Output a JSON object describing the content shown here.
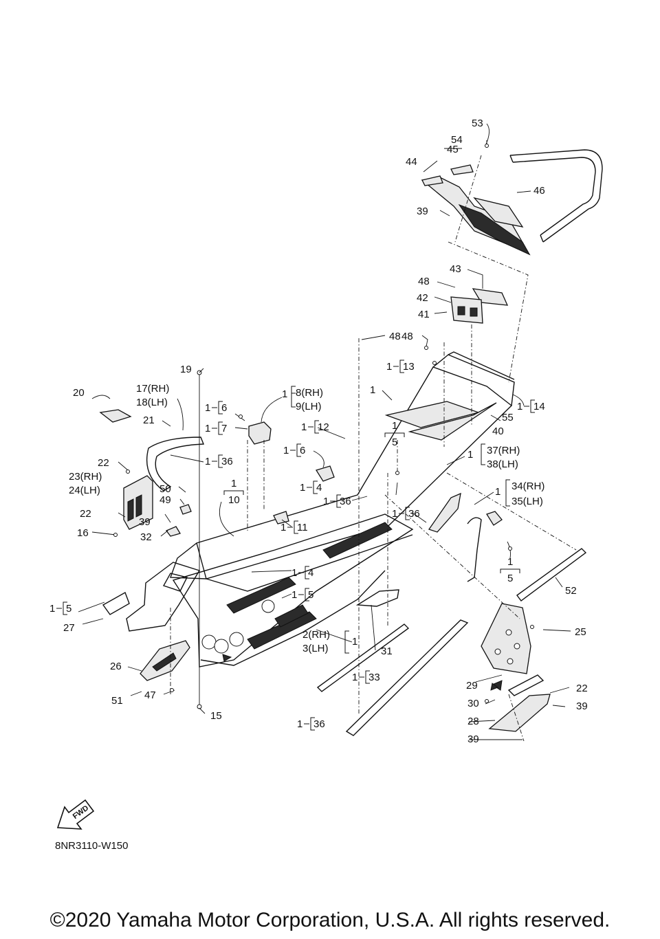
{
  "callouts": [
    {
      "id": "53",
      "text": "53"
    },
    {
      "id": "54",
      "text": "54"
    },
    {
      "id": "45",
      "text": "45"
    },
    {
      "id": "44",
      "text": "44"
    },
    {
      "id": "46",
      "text": "46"
    },
    {
      "id": "39a",
      "text": "39"
    },
    {
      "id": "43",
      "text": "43"
    },
    {
      "id": "48a",
      "text": "48"
    },
    {
      "id": "42",
      "text": "42"
    },
    {
      "id": "41",
      "text": "41"
    },
    {
      "id": "48b",
      "text": "48"
    },
    {
      "id": "48c",
      "text": "48"
    },
    {
      "id": "19",
      "text": "19"
    },
    {
      "id": "17",
      "text": "17(RH)"
    },
    {
      "id": "18",
      "text": "18(LH)"
    },
    {
      "id": "20",
      "text": "20"
    },
    {
      "id": "21",
      "text": "21"
    },
    {
      "id": "22a",
      "text": "22"
    },
    {
      "id": "23",
      "text": "23(RH)"
    },
    {
      "id": "24",
      "text": "24(LH)"
    },
    {
      "id": "22b",
      "text": "22"
    },
    {
      "id": "16",
      "text": "16"
    },
    {
      "id": "50",
      "text": "50"
    },
    {
      "id": "49",
      "text": "49"
    },
    {
      "id": "39b",
      "text": "39"
    },
    {
      "id": "32",
      "text": "32"
    },
    {
      "id": "8",
      "text": "8(RH)"
    },
    {
      "id": "9",
      "text": "9(LH)"
    },
    {
      "id": "55",
      "text": "55"
    },
    {
      "id": "40",
      "text": "40"
    },
    {
      "id": "37",
      "text": "37(RH)"
    },
    {
      "id": "38",
      "text": "38(LH)"
    },
    {
      "id": "34",
      "text": "34(RH)"
    },
    {
      "id": "35",
      "text": "35(LH)"
    },
    {
      "id": "52",
      "text": "52"
    },
    {
      "id": "25",
      "text": "25"
    },
    {
      "id": "29",
      "text": "29"
    },
    {
      "id": "22c",
      "text": "22"
    },
    {
      "id": "30",
      "text": "30"
    },
    {
      "id": "39c",
      "text": "39"
    },
    {
      "id": "28",
      "text": "28"
    },
    {
      "id": "39d",
      "text": "39"
    },
    {
      "id": "27",
      "text": "27"
    },
    {
      "id": "26",
      "text": "26"
    },
    {
      "id": "51",
      "text": "51"
    },
    {
      "id": "47",
      "text": "47"
    },
    {
      "id": "15",
      "text": "15"
    },
    {
      "id": "31",
      "text": "31"
    },
    {
      "id": "2",
      "text": "2(RH)"
    },
    {
      "id": "3",
      "text": "3(LH)"
    }
  ],
  "kits": [
    {
      "id": "k13",
      "qty": "1",
      "part": "13"
    },
    {
      "id": "k14",
      "qty": "1",
      "part": "14"
    },
    {
      "id": "k6a",
      "qty": "1",
      "part": "6"
    },
    {
      "id": "k7",
      "qty": "1",
      "part": "7"
    },
    {
      "id": "k8",
      "qty": "1"
    },
    {
      "id": "k12",
      "qty": "1",
      "part": "12"
    },
    {
      "id": "k6b",
      "qty": "1",
      "part": "6"
    },
    {
      "id": "k36a",
      "qty": "1",
      "part": "36"
    },
    {
      "id": "k4a",
      "qty": "1",
      "part": "4"
    },
    {
      "id": "k36b",
      "qty": "1",
      "part": "36"
    },
    {
      "id": "k36c",
      "qty": "1",
      "part": "36"
    },
    {
      "id": "k11",
      "qty": "1",
      "part": "11"
    },
    {
      "id": "k4b",
      "qty": "1",
      "part": "4"
    },
    {
      "id": "k5a",
      "qty": "1",
      "part": "5"
    },
    {
      "id": "k5b",
      "qty": "1",
      "part": "5"
    },
    {
      "id": "k37",
      "qty": "1"
    },
    {
      "id": "k34",
      "qty": "1"
    },
    {
      "id": "k2",
      "qty": "1"
    },
    {
      "id": "k33",
      "qty": "1",
      "part": "33"
    },
    {
      "id": "k36d",
      "qty": "1",
      "part": "36"
    }
  ],
  "stacks": [
    {
      "id": "s10",
      "qty": "1",
      "part": "10"
    },
    {
      "id": "s5a",
      "qty": "1",
      "part": "5"
    },
    {
      "id": "s5b",
      "qty": "1",
      "part": "5"
    }
  ],
  "plain": [
    {
      "id": "p1",
      "text": "1"
    }
  ],
  "fwd_label": "FWD",
  "reference_code": "8NR3110-W150",
  "copyright": "©2020 Yamaha Motor Corporation, U.S.A. All rights reserved."
}
